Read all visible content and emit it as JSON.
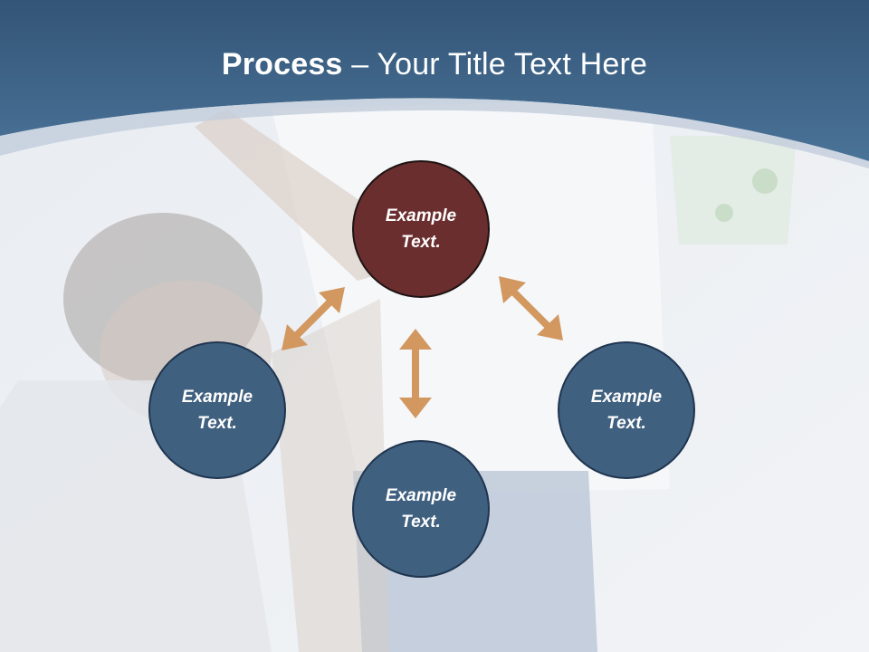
{
  "header": {
    "title_bold": "Process",
    "title_rest": " – Your Title Text Here"
  },
  "diagram": {
    "nodes": [
      {
        "id": "top",
        "label": "Example Text."
      },
      {
        "id": "left",
        "label": "Example Text."
      },
      {
        "id": "right",
        "label": "Example Text."
      },
      {
        "id": "bottom",
        "label": "Example Text."
      }
    ],
    "connections": [
      {
        "from": "top",
        "to": "left"
      },
      {
        "from": "top",
        "to": "bottom"
      },
      {
        "from": "top",
        "to": "right"
      }
    ]
  },
  "colors": {
    "header": "#3d6488",
    "center_node": "#6a2e2e",
    "outer_node": "#40607f",
    "arrow": "#d29860",
    "title_text": "#ffffff"
  }
}
